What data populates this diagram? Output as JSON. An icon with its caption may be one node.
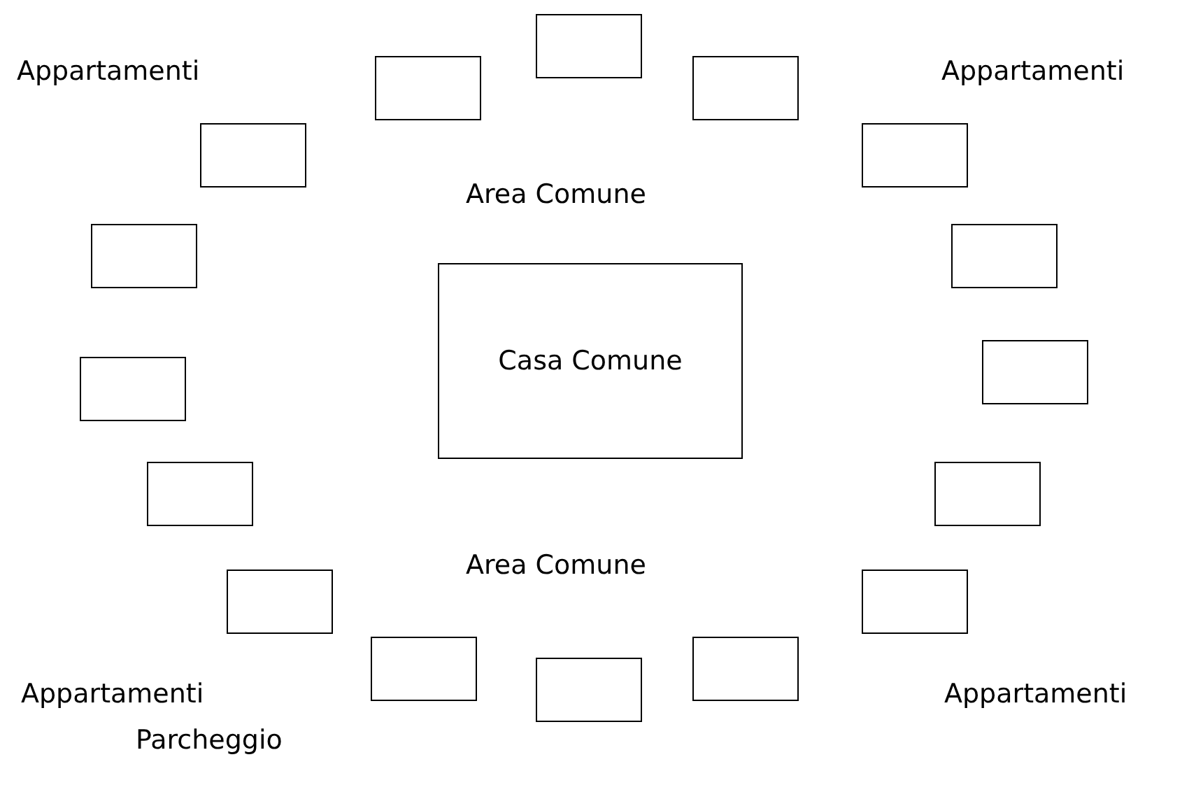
{
  "diagram": {
    "nodes": [
      {
        "text": [],
        "shape": "box"
      },
      {
        "text": [],
        "shape": "box"
      },
      {
        "text": [],
        "shape": "box"
      },
      {
        "text": [],
        "shape": "box"
      },
      {
        "text": [],
        "shape": "box"
      },
      {
        "text": [],
        "shape": "box"
      },
      {
        "text": [],
        "shape": "box"
      },
      {
        "text": [
          "Casa Comune"
        ]
      },
      {
        "text": [],
        "shape": "box"
      },
      {
        "text": [],
        "shape": "box"
      },
      {
        "text": [],
        "shape": "box"
      },
      {
        "text": [],
        "shape": "box"
      },
      {
        "text": [],
        "shape": "box"
      },
      {
        "text": [],
        "shape": "box"
      },
      {
        "text": [],
        "shape": "box"
      },
      {
        "text": [],
        "shape": "box"
      },
      {
        "text": [],
        "shape": "box"
      }
    ],
    "edges": [],
    "labels": [
      "Appartamenti",
      "Appartamenti",
      "Area Comune",
      "Area Comune",
      "Appartamenti",
      "Appartamenti",
      "Parcheggio"
    ]
  }
}
